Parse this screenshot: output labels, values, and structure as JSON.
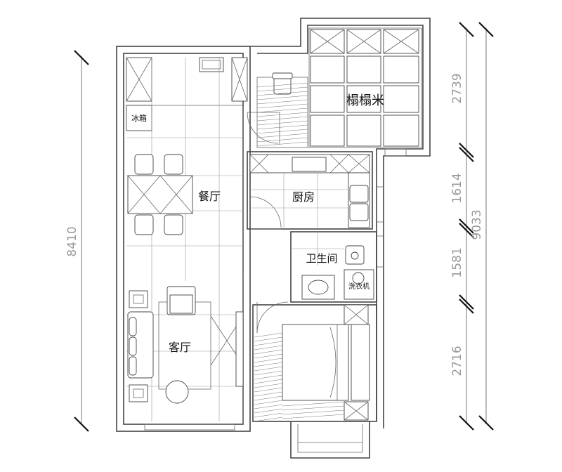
{
  "rooms": {
    "tatami": "榻榻米",
    "dining": "餐厅",
    "kitchen": "厨房",
    "bathroom": "卫生间",
    "living": "客厅",
    "fridge": "冰箱",
    "washer": "洗衣机"
  },
  "dimensions": {
    "total_height": "8410",
    "right_total": "9033",
    "seg_top": "2739",
    "seg_kitchen": "1614",
    "seg_bath": "1581",
    "seg_bottom": "2716"
  }
}
